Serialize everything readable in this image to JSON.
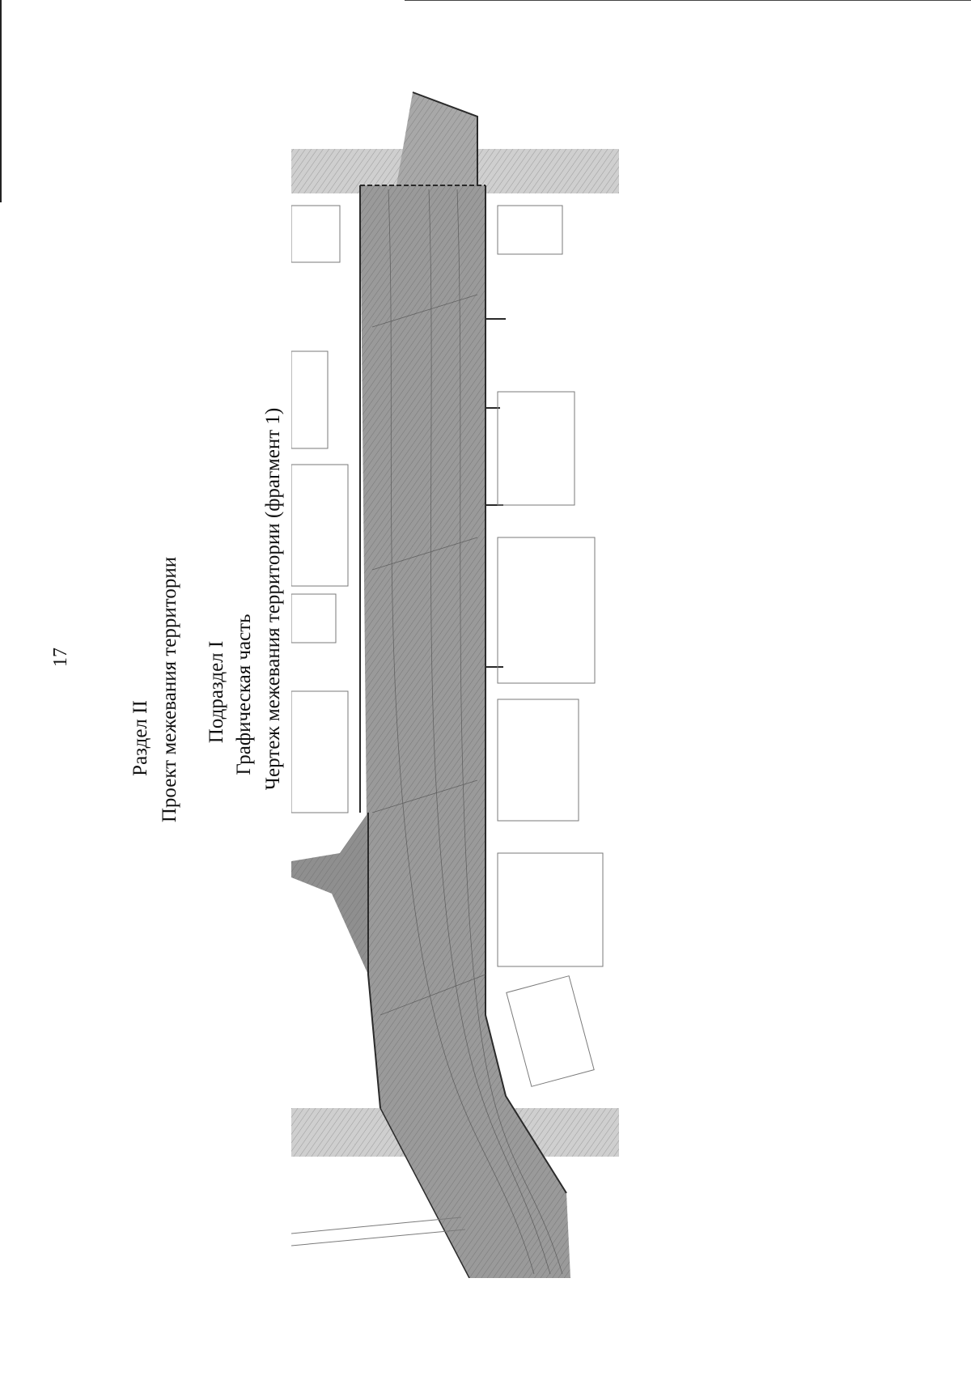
{
  "page": {
    "number": "17",
    "section_title": "Раздел II",
    "section_subtitle": "Проект межевания территории",
    "subsection_title": "Подраздел I",
    "graphic_part": "Графическая часть",
    "drawing_title": "Чертеж межевания территории (фрагмент 1)"
  },
  "colors": {
    "fill": "#8c8c8c",
    "fill_light": "#b9b9b9",
    "line": "#2a2a2a",
    "noise": "#6f6f6f"
  }
}
